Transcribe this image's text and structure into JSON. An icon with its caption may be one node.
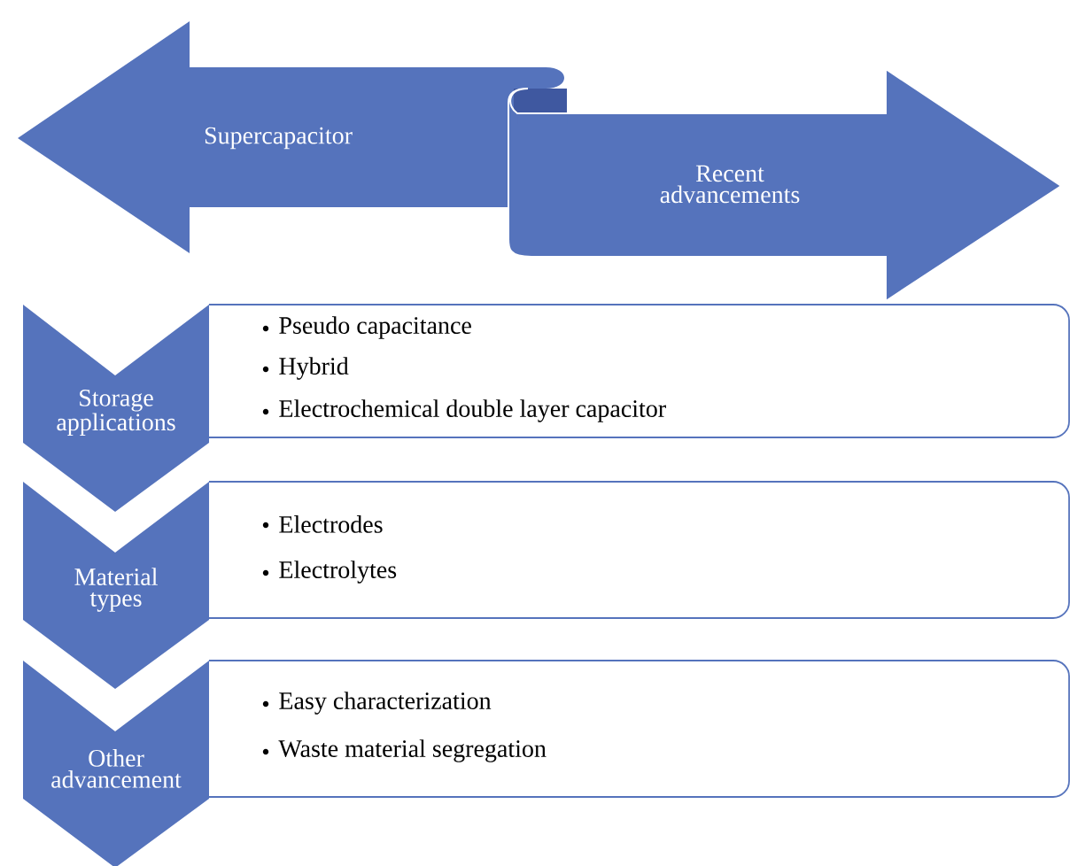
{
  "diagram": {
    "nodes": [
      {
        "text": [
          "Supercapacitor"
        ]
      },
      {
        "text": [
          "Recent advancements"
        ]
      },
      {
        "text": [
          "Storage applications"
        ]
      },
      {
        "text": [
          "Pseudo capacitance",
          "Hybrid",
          "Electrochemical double layer capacitor"
        ]
      },
      {
        "text": [
          "Material types"
        ]
      },
      {
        "text": [
          "Electrodes",
          "Electrolytes"
        ]
      },
      {
        "text": [
          "Other advancement"
        ]
      },
      {
        "text": [
          "Easy characterization",
          "Waste material segregation"
        ]
      }
    ]
  }
}
